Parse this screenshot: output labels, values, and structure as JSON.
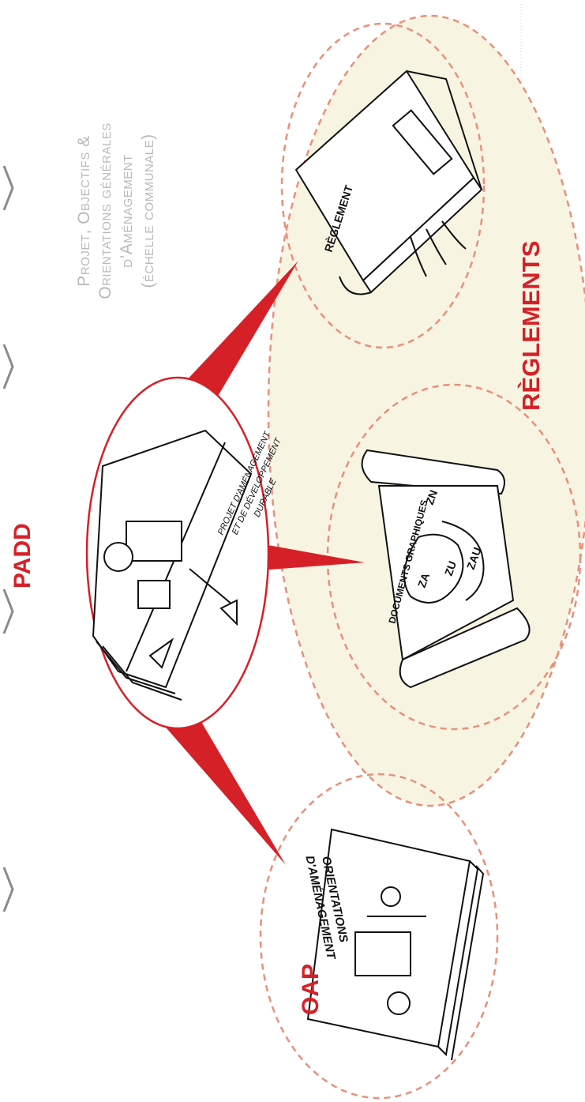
{
  "labels": {
    "padd": "PADD",
    "oap": "OAP",
    "reglements": "RÈGLEMENTS"
  },
  "description": {
    "line1": "Projet, Objectifs &",
    "line2": "Orientations générales",
    "line3": "d’Aménagement",
    "line4": "(échelle communale)"
  },
  "book_texts": {
    "padd_cover_line1": "PROJET D'AMÉNAGEMENT",
    "padd_cover_line2": "ET DE DÉVELOPPEMENT",
    "padd_cover_line3": "DURABLE",
    "oap_cover_line1": "ORIENTATIONS",
    "oap_cover_line2": "D'AMÉNAGEMENT",
    "reglement_cover": "RÈGLEMENT",
    "scroll_title": "DOCUMENTS GRAPHIQUES",
    "zone_zn": "ZN",
    "zone_za": "ZA",
    "zone_zu": "ZU",
    "zone_zau": "ZAU"
  },
  "colors": {
    "accent_red": "#d62027",
    "dashed_outline": "#e8907a",
    "cream_fill": "#f7f4e2",
    "desc_gray": "#b9b9b9"
  }
}
